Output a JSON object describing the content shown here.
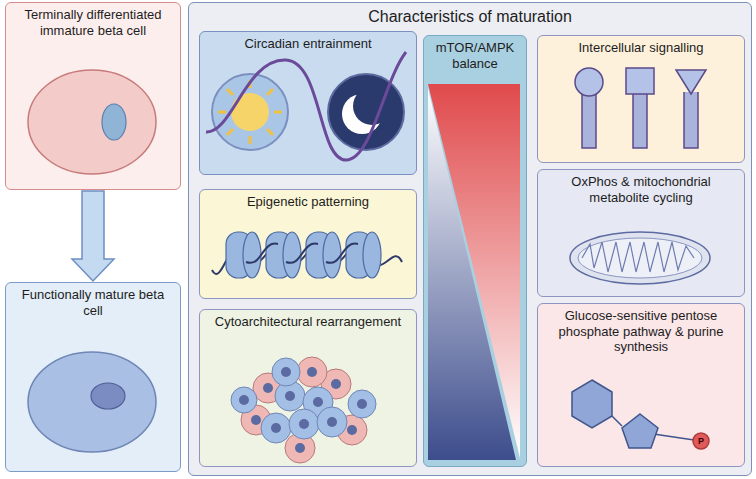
{
  "diagram": {
    "nodes": [
      {
        "text": [
          "Terminally differentiated immature beta cell"
        ]
      },
      {
        "text": [
          "Functionally mature beta cell"
        ]
      },
      {
        "text": [
          "Characteristics of maturation"
        ]
      },
      {
        "text": [
          "Circadian entrainment"
        ],
        "in": 2
      },
      {
        "text": [
          "Epigenetic patterning"
        ],
        "in": 2
      },
      {
        "text": [
          "Cytoarchitectural rearrangement"
        ],
        "in": 2
      },
      {
        "text": [
          "mTOR/AMPK balance"
        ],
        "in": 2
      },
      {
        "text": [
          "Intercellular signalling"
        ],
        "in": 2
      },
      {
        "text": [
          "OxPhos & mitochondrial metabolite cycling"
        ],
        "in": 2
      },
      {
        "text": [
          "Glucose-sensitive pentose phosphate pathway & purine synthesis"
        ],
        "in": 2
      }
    ],
    "edges": [
      {
        "from": 0,
        "to": 1,
        "arrow": "to"
      }
    ],
    "labels": [
      "P"
    ]
  }
}
